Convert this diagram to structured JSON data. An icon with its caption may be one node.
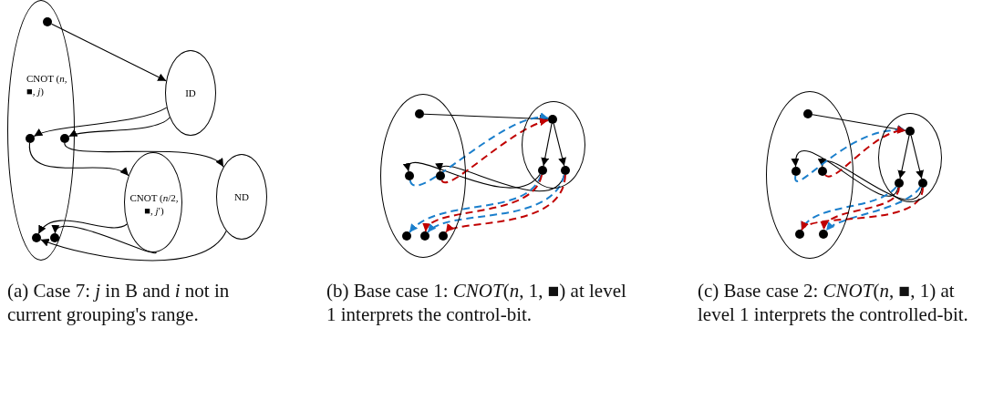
{
  "diagram": {
    "nodes": [
      {
        "text": [
          "CNOT (*n*, ■, *j*)"
        ]
      },
      {
        "text": [],
        "shape": "circle",
        "in": 0
      },
      {
        "text": [
          "ID"
        ]
      },
      {
        "text": [],
        "shape": "circle",
        "in": 0
      },
      {
        "text": [],
        "shape": "circle",
        "in": 0
      },
      {
        "text": [
          "CNOT (*n*/2, ■, *j*′)"
        ]
      },
      {
        "text": [
          "ND"
        ]
      },
      {
        "text": [],
        "shape": "circle",
        "in": 0
      },
      {
        "text": [],
        "shape": "circle",
        "in": 0
      },
      {
        "text": [],
        "shape": "ellipse"
      },
      {
        "text": [],
        "shape": "ellipse"
      },
      {
        "text": [],
        "shape": "circle",
        "in": 9
      },
      {
        "text": [],
        "shape": "circle",
        "in": 10
      },
      {
        "text": [],
        "shape": "circle",
        "in": 9
      },
      {
        "text": [],
        "shape": "circle",
        "in": 9
      },
      {
        "text": [],
        "shape": "circle",
        "in": 10
      },
      {
        "text": [],
        "shape": "circle",
        "in": 10
      },
      {
        "text": [],
        "shape": "circle",
        "in": 9
      },
      {
        "text": [],
        "shape": "circle",
        "in": 9
      },
      {
        "text": [],
        "shape": "circle",
        "in": 9
      },
      {
        "text": [],
        "shape": "ellipse"
      },
      {
        "text": [],
        "shape": "ellipse"
      },
      {
        "text": [],
        "shape": "circle",
        "in": 20
      },
      {
        "text": [],
        "shape": "circle",
        "in": 21
      },
      {
        "text": [],
        "shape": "circle",
        "in": 20
      },
      {
        "text": [],
        "shape": "circle",
        "in": 20
      },
      {
        "text": [],
        "shape": "circle",
        "in": 21
      },
      {
        "text": [],
        "shape": "circle",
        "in": 21
      },
      {
        "text": [],
        "shape": "circle",
        "in": 20
      },
      {
        "text": [],
        "shape": "circle",
        "in": 20
      }
    ],
    "edges": [
      {
        "from": 1,
        "to": 2,
        "arrow": "to"
      },
      {
        "from": 2,
        "to": 3,
        "arrow": "to"
      },
      {
        "from": 2,
        "to": 4,
        "arrow": "to"
      },
      {
        "from": 3,
        "to": 5,
        "arrow": "to"
      },
      {
        "from": 4,
        "to": 6,
        "arrow": "to"
      },
      {
        "from": 5,
        "to": 7,
        "arrow": "to"
      },
      {
        "from": 5,
        "to": 8,
        "arrow": "to"
      },
      {
        "from": 6,
        "to": 7,
        "arrow": "to"
      },
      {
        "from": 11,
        "to": 12,
        "arrow": "to"
      },
      {
        "from": 12,
        "to": 15,
        "arrow": "to"
      },
      {
        "from": 12,
        "to": 16,
        "arrow": "to"
      },
      {
        "from": 15,
        "to": 13,
        "arrow": "to"
      },
      {
        "from": 16,
        "to": 14,
        "arrow": "to"
      },
      {
        "from": 13,
        "to": 12,
        "arrow": "to",
        "style": "dashed",
        "color": "#1b7fcc"
      },
      {
        "from": 14,
        "to": 12,
        "arrow": "to",
        "style": "dashed",
        "color": "#c00000"
      },
      {
        "from": 15,
        "to": 17,
        "arrow": "to",
        "style": "dashed",
        "color": "#1b7fcc"
      },
      {
        "from": 16,
        "to": 18,
        "arrow": "to",
        "style": "dashed",
        "color": "#1b7fcc"
      },
      {
        "from": 15,
        "to": 18,
        "arrow": "to",
        "style": "dashed",
        "color": "#c00000"
      },
      {
        "from": 16,
        "to": 19,
        "arrow": "to",
        "style": "dashed",
        "color": "#c00000"
      },
      {
        "from": 22,
        "to": 23,
        "arrow": "to"
      },
      {
        "from": 23,
        "to": 26,
        "arrow": "to"
      },
      {
        "from": 23,
        "to": 27,
        "arrow": "to"
      },
      {
        "from": 26,
        "to": 24,
        "arrow": "to"
      },
      {
        "from": 27,
        "to": 25,
        "arrow": "to"
      },
      {
        "from": 24,
        "to": 23,
        "arrow": "to",
        "style": "dashed",
        "color": "#1b7fcc"
      },
      {
        "from": 25,
        "to": 23,
        "arrow": "to",
        "style": "dashed",
        "color": "#c00000"
      },
      {
        "from": 26,
        "to": 28,
        "arrow": "to",
        "style": "dashed",
        "color": "#1b7fcc"
      },
      {
        "from": 27,
        "to": 29,
        "arrow": "to",
        "style": "dashed",
        "color": "#1b7fcc"
      },
      {
        "from": 26,
        "to": 29,
        "arrow": "to",
        "style": "dashed",
        "color": "#c00000"
      },
      {
        "from": 27,
        "to": 28,
        "arrow": "to",
        "style": "dashed",
        "color": "#c00000"
      }
    ],
    "labels": [
      "(a) Case 7: *j* in B and *i* not in current grouping's range.",
      "(b) Base case 1: *CNOT*(*n*, 1, ■) at level 1 interprets the control-bit.",
      "(c) Base case 2: *CNOT*(*n*, ■, 1) at level 1 interprets the controlled-bit."
    ]
  }
}
